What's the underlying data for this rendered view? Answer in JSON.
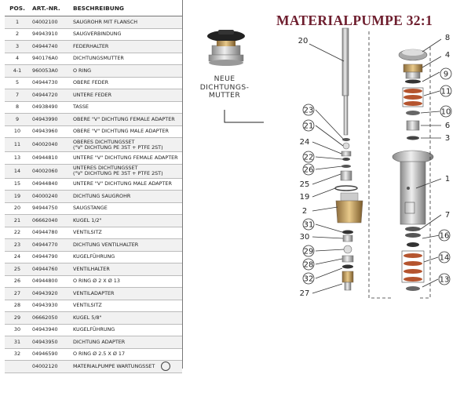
{
  "table": {
    "headers": {
      "pos": "POS.",
      "art": "ART.-NR.",
      "desc": "BESCHREIBUNG"
    },
    "rows": [
      {
        "pos": "1",
        "art": "04002100",
        "desc": "SAUGROHR MIT FLANSCH"
      },
      {
        "pos": "2",
        "art": "94943910",
        "desc": "SAUGVERBINDUNG"
      },
      {
        "pos": "3",
        "art": "04944740",
        "desc": "FEDERHALTER"
      },
      {
        "pos": "4",
        "art": "940176A0",
        "desc": "DICHTUNGSMUTTER"
      },
      {
        "pos": "4-1",
        "art": "960053A0",
        "desc": "O RING"
      },
      {
        "pos": "5",
        "art": "04944730",
        "desc": "OBERE FEDER"
      },
      {
        "pos": "7",
        "art": "04944720",
        "desc": "UNTERE FEDER"
      },
      {
        "pos": "8",
        "art": "04938490",
        "desc": "TASSE"
      },
      {
        "pos": "9",
        "art": "04943990",
        "desc": "OBERE \"V\" DICHTUNG FEMALE ADAPTER"
      },
      {
        "pos": "10",
        "art": "04943960",
        "desc": "OBERE \"V\" DICHTUNG MALE ADAPTER"
      },
      {
        "pos": "11",
        "art": "04002040",
        "desc": "OBERES DICHTUNGSSET",
        "desc2": "(\"V\" DICHTUNG PE 3St + PTFE 2St)"
      },
      {
        "pos": "13",
        "art": "04944810",
        "desc": "UNTERE \"V\" DICHTUNG FEMALE ADAPTER"
      },
      {
        "pos": "14",
        "art": "04002060",
        "desc": "UNTERES DICHTUNGSSET",
        "desc2": "(\"V\" DICHTUNG PE 3St + PTFE 2St)"
      },
      {
        "pos": "15",
        "art": "04944840",
        "desc": "UNTERE \"V\" DICHTUNG MALE ADAPTER"
      },
      {
        "pos": "19",
        "art": "04000240",
        "desc": "DICHTUNG SAUGROHR"
      },
      {
        "pos": "20",
        "art": "94944750",
        "desc": "SAUGSTANGE"
      },
      {
        "pos": "21",
        "art": "06662040",
        "desc": "KUGEL 1/2\""
      },
      {
        "pos": "22",
        "art": "04944780",
        "desc": "VENTILSITZ"
      },
      {
        "pos": "23",
        "art": "04944770",
        "desc": "DICHTUNG VENTILHALTER"
      },
      {
        "pos": "24",
        "art": "04944790",
        "desc": "KUGELFÜHRUNG"
      },
      {
        "pos": "25",
        "art": "04944760",
        "desc": "VENTILHALTER"
      },
      {
        "pos": "26",
        "art": "04944800",
        "desc": "O RING ø 2 x ø 13"
      },
      {
        "pos": "27",
        "art": "04943920",
        "desc": "VENTILADAPTER"
      },
      {
        "pos": "28",
        "art": "04943930",
        "desc": "VENTILSITZ"
      },
      {
        "pos": "29",
        "art": "06662050",
        "desc": "KUGEL 5/8\""
      },
      {
        "pos": "30",
        "art": "04943940",
        "desc": "KUGELFÜHRUNG"
      },
      {
        "pos": "31",
        "art": "04943950",
        "desc": "DICHTUNG ADAPTER"
      },
      {
        "pos": "32",
        "art": "04946590",
        "desc": "O RING ø 2.5 x ø 17"
      },
      {
        "pos": "",
        "art": "04002120",
        "desc": "MATERIALPUMPE WARTUNGSSET",
        "mark": true
      }
    ]
  },
  "diagram": {
    "title": "MATERIALPUMPE 32:1",
    "new_nut_label": "NEUE DICHTUNGS-MUTTER",
    "labels": {
      "p20": "20",
      "p8": "8",
      "p4": "4",
      "p9": "9",
      "p11": "11",
      "p10": "10",
      "p6": "6",
      "p3": "3",
      "p1": "1",
      "p7": "7",
      "p16": "16",
      "p14": "14",
      "p13": "13",
      "p23": "23",
      "p21": "21",
      "p24": "24",
      "p22": "22",
      "p26": "26",
      "p25": "25",
      "p19": "19",
      "p2": "2",
      "p31": "31",
      "p30": "30",
      "p29": "29",
      "p28": "28",
      "p32": "32",
      "p27": "27"
    }
  }
}
